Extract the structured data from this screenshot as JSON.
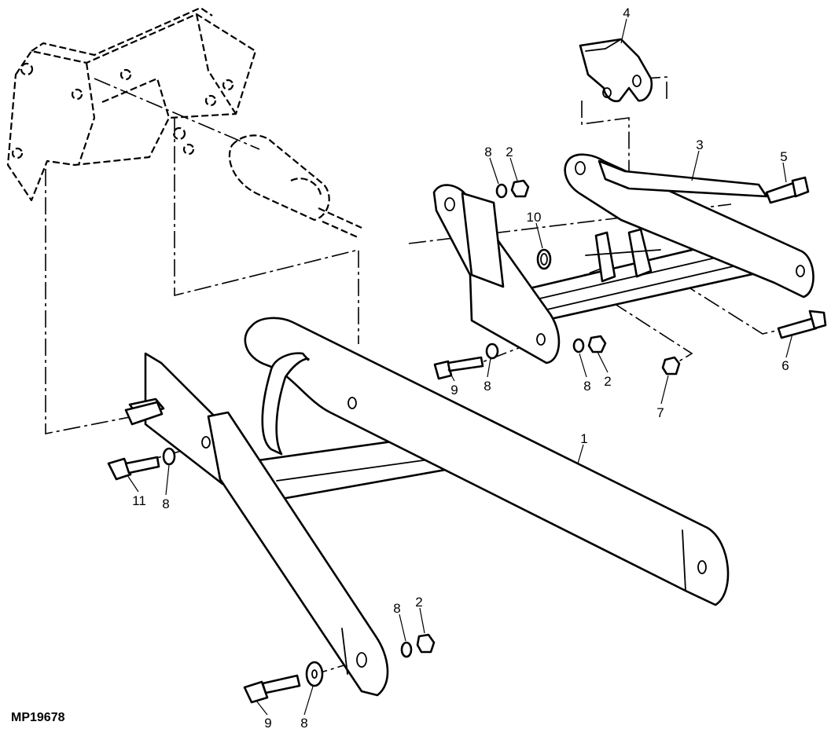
{
  "figure_id": "MP19678",
  "callouts": [
    {
      "key": "c4",
      "label": "4"
    },
    {
      "key": "c3",
      "label": "3"
    },
    {
      "key": "c5",
      "label": "5"
    },
    {
      "key": "c8a",
      "label": "8"
    },
    {
      "key": "c2a",
      "label": "2"
    },
    {
      "key": "c10",
      "label": "10"
    },
    {
      "key": "c6",
      "label": "6"
    },
    {
      "key": "c7",
      "label": "7"
    },
    {
      "key": "c9a",
      "label": "9"
    },
    {
      "key": "c8b",
      "label": "8"
    },
    {
      "key": "c8c",
      "label": "8"
    },
    {
      "key": "c2b",
      "label": "2"
    },
    {
      "key": "c1",
      "label": "1"
    },
    {
      "key": "c11",
      "label": "11"
    },
    {
      "key": "c8d",
      "label": "8"
    },
    {
      "key": "c8e",
      "label": "8"
    },
    {
      "key": "c2c",
      "label": "2"
    },
    {
      "key": "c9b",
      "label": "9"
    },
    {
      "key": "c8f",
      "label": "8"
    }
  ]
}
